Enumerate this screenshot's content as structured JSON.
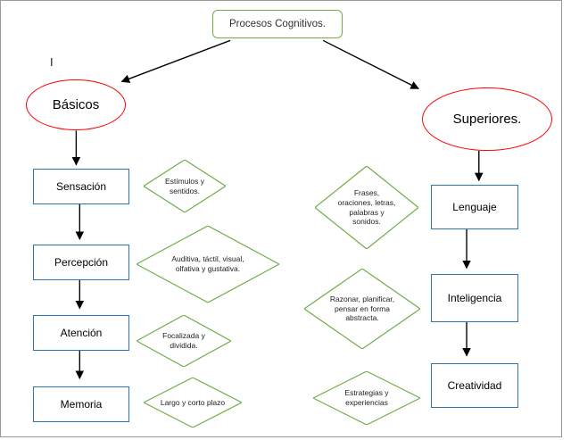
{
  "title": {
    "label": "Procesos Cognitivos."
  },
  "cursor": "I",
  "categories": {
    "basicos": "Básicos",
    "superiores": "Superiores."
  },
  "left": {
    "boxes": [
      "Sensación",
      "Percepción",
      "Atención",
      "Memoria"
    ],
    "diamonds": [
      "Estímulos y sentidos.",
      "Auditiva, táctil, visual, olfativa y gustativa.",
      "Focalizada y dividida.",
      "Largo y corto plazo"
    ]
  },
  "right": {
    "boxes": [
      "Lenguaje",
      "Inteligencia",
      "Creatividad"
    ],
    "diamonds": [
      "Frases, oraciones, letras, palabras y sonidos.",
      "Razonar, planificar, pensar en forma abstracta.",
      "Estrategias y experiencias"
    ]
  },
  "colors": {
    "green": "#70AD47",
    "red": "#FF0000",
    "blue": "#2E74B5",
    "arrow": "#000000"
  }
}
